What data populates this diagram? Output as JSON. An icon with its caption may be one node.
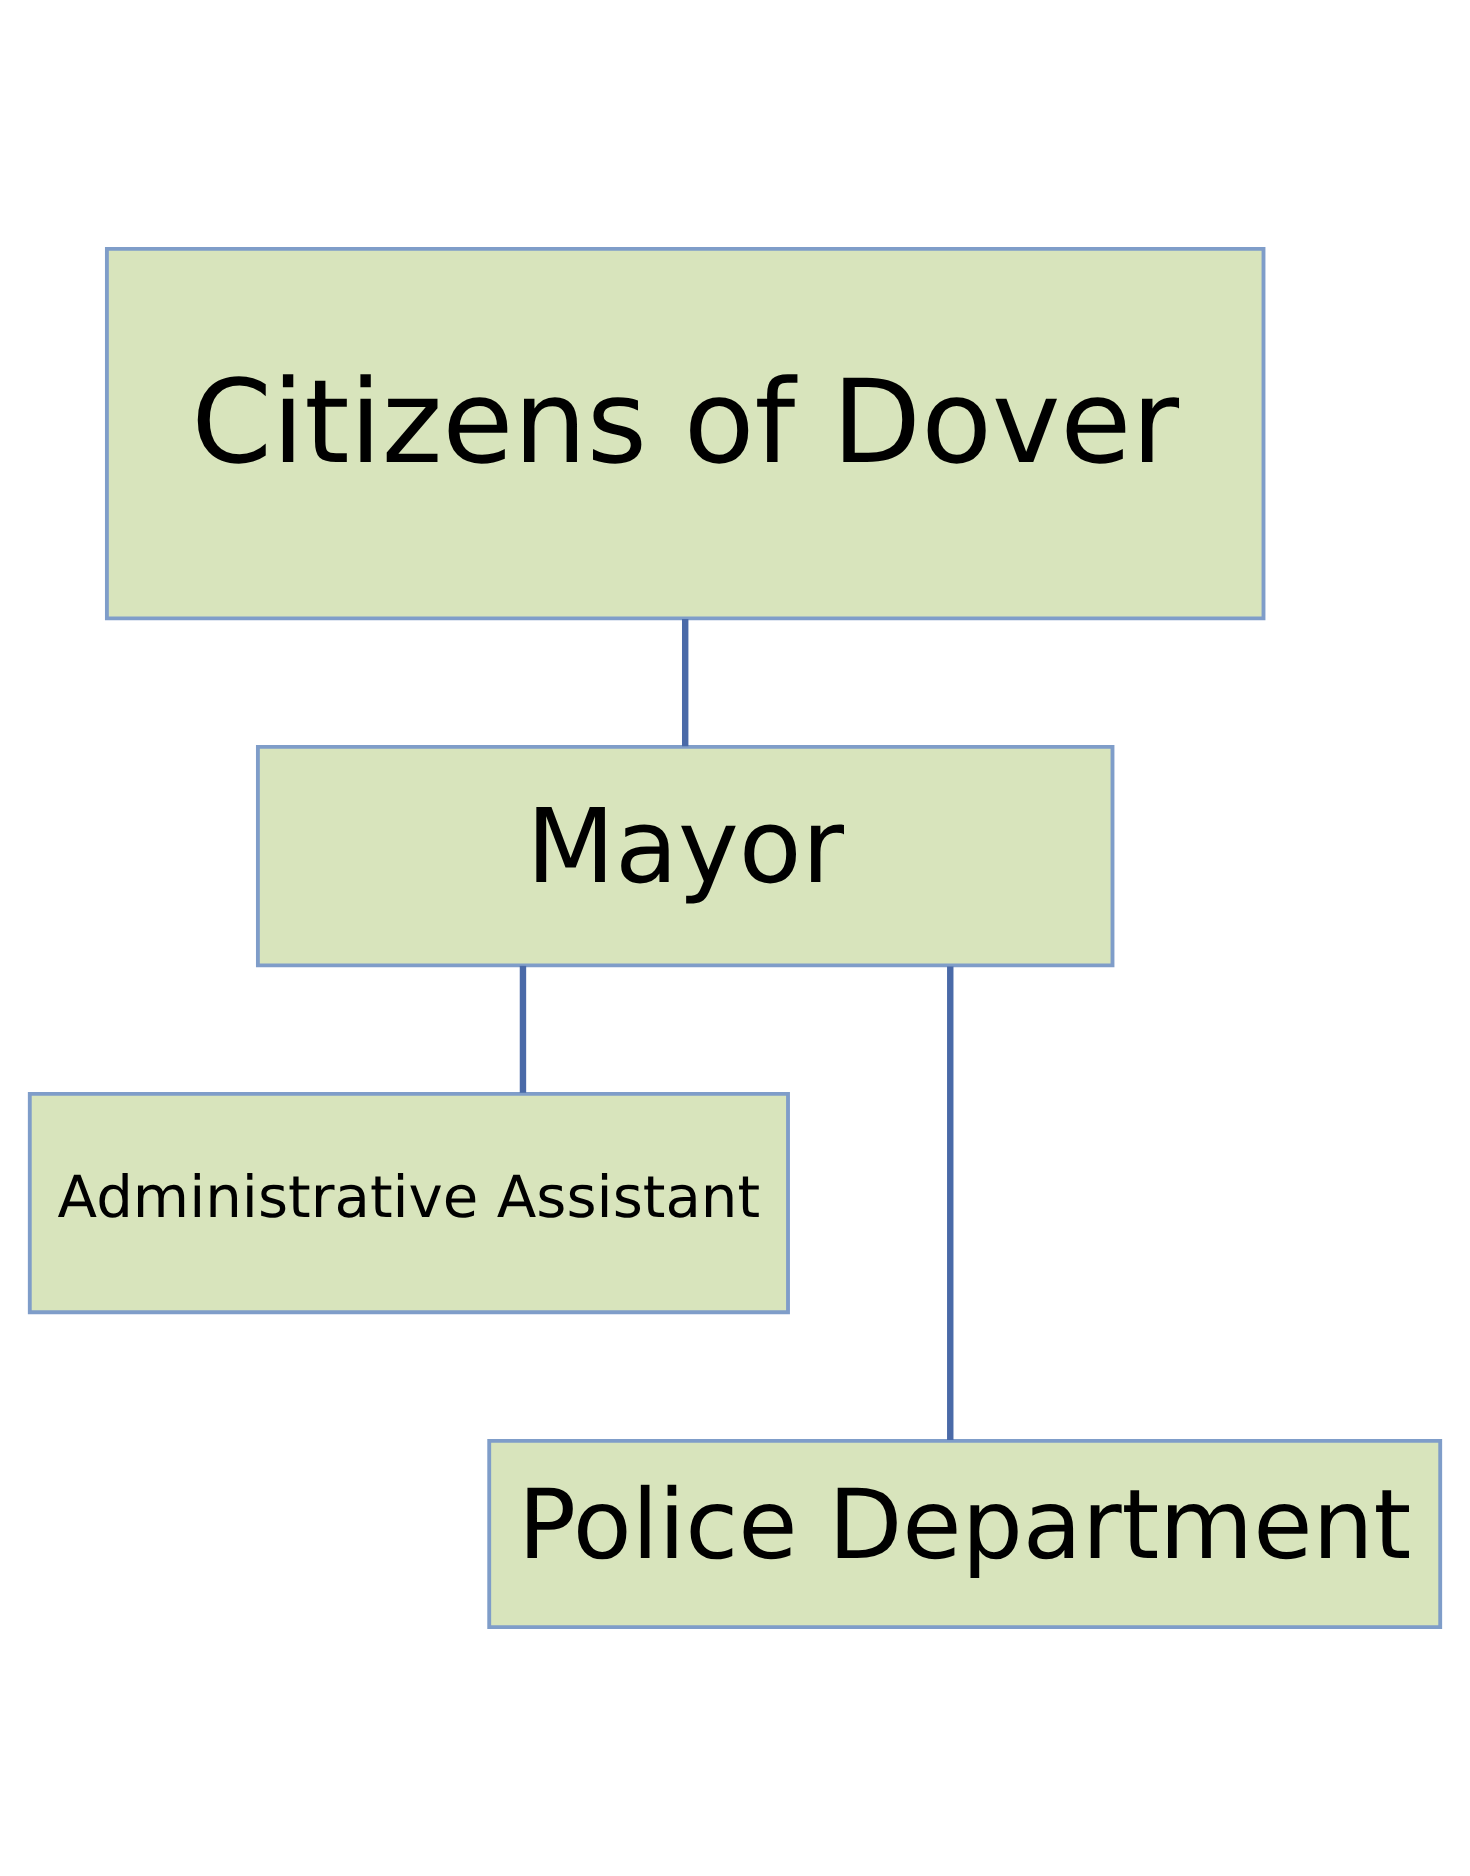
{
  "diagram": {
    "nodes": [
      {
        "text": [
          "Citizens of Dover"
        ]
      },
      {
        "text": [
          "Mayor"
        ]
      },
      {
        "text": [
          "Administrative Assistant"
        ]
      },
      {
        "text": [
          "Police Department"
        ]
      }
    ],
    "edges": [
      {
        "from": 0,
        "to": 1,
        "arrow": "none"
      },
      {
        "from": 1,
        "to": 2,
        "arrow": "none"
      },
      {
        "from": 1,
        "to": 3,
        "arrow": "none"
      }
    ]
  }
}
